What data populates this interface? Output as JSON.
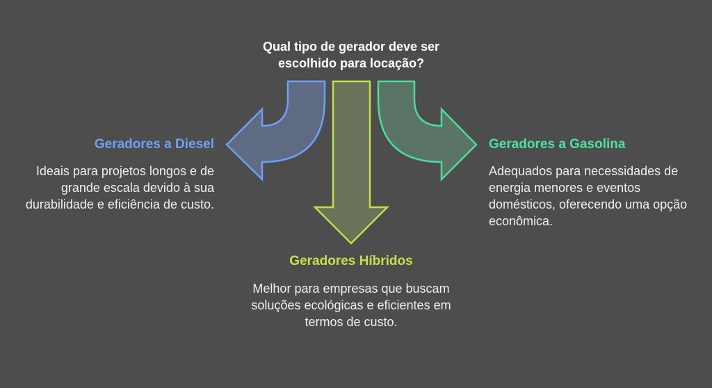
{
  "question": "Qual tipo de gerador deve ser escolhido para locação?",
  "options": [
    {
      "title": "Geradores a Diesel",
      "description": "Ideais para projetos longos e de grande escala devido à sua durabilidade e eficiência de custo.",
      "color": "#6ea1f7"
    },
    {
      "title": "Geradores Híbridos",
      "description": "Melhor para empresas que buscam soluções ecológicas e eficientes em termos de custo.",
      "color": "#c3e24c"
    },
    {
      "title": "Geradores a Gasolina",
      "description": "Adequados para necessidades de energia menores e eventos domésticos, oferecendo uma opção econômica.",
      "color": "#4fe0a0"
    }
  ]
}
